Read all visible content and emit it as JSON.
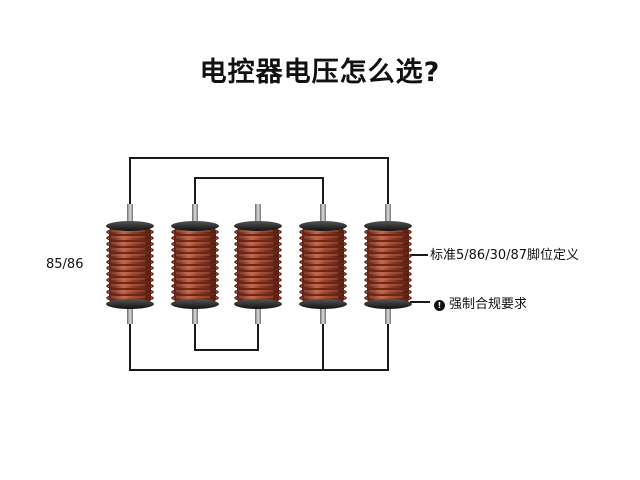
{
  "title": "电控器电压怎么选?",
  "left_label": "85/86",
  "right_label_1": "标准5/86/30/87脚位定义",
  "right_label_2": "强制合规要求",
  "colors": {
    "wire": "#1a1a1a",
    "coil_copper": "#8b3a22",
    "coil_highlight": "#c0654a",
    "cap_dark": "#222222",
    "pin_metal": "#9a9a9a"
  }
}
